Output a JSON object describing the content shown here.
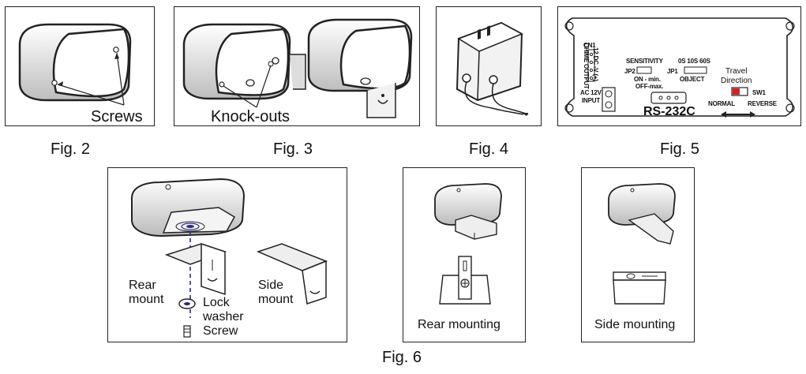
{
  "fig2": {
    "caption": "Fig. 2",
    "label_screws": "Screws"
  },
  "fig3": {
    "caption": "Fig. 3",
    "label_knockouts": "Knock-outs"
  },
  "fig4": {
    "caption": "Fig. 4"
  },
  "fig5": {
    "caption": "Fig. 5",
    "cn1": "CN1",
    "chime_output": "CHIME OUTPUT",
    "dc_12v": "12 DC -V (+)",
    "sensitivity": "SENSITIVITY",
    "jp2": "JP2",
    "on_min": "ON - min.",
    "off_max": "OFF-max.",
    "times": "0S  10S  60S",
    "jp1": "JP1",
    "object": "OBJECT",
    "travel": "Travel",
    "direction": "Direction",
    "sw1": "SW1",
    "normal": "NORMAL",
    "reverse": "REVERSE",
    "ac12v": "AC 12V",
    "input": "INPUT",
    "rs232c": "RS-232C"
  },
  "fig6": {
    "caption": "Fig. 6",
    "rear": "Rear",
    "mount1": "mount",
    "side": "Side",
    "mount2": "mount",
    "lock": "Lock",
    "washer": "washer",
    "screw": "Screw",
    "rear_mounting": "Rear mounting",
    "side_mounting": "Side mounting"
  },
  "colors": {
    "line": "#222222",
    "shade": "#c8c8c8",
    "accent_red": "#d62020",
    "dash_blue": "#2a2a8a"
  }
}
